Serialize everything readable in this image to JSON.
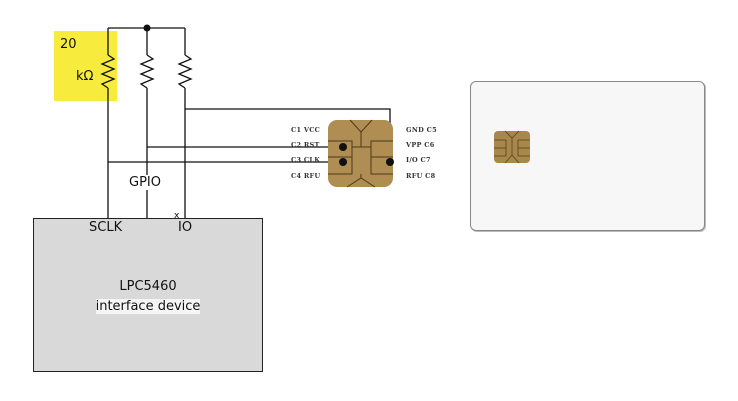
{
  "resistor_label": {
    "value": "20",
    "unit": "kΩ"
  },
  "bus_label": "GPIO",
  "device": {
    "title": "LPC5460",
    "subtitle": "interface device",
    "pin_sclk": "SCLK",
    "pin_io": "IO",
    "pin_io_marker": "x"
  },
  "chip_contacts": {
    "left": [
      "C1 VCC",
      "C2 RST",
      "C3 CLK",
      "C4 RFU"
    ],
    "right": [
      "GND C5",
      "VPP C6",
      "I/O C7",
      "RFU C8"
    ]
  },
  "colors": {
    "highlight": "#f7ec3d",
    "chip_gold": "#b08d52",
    "device_fill": "#d9d9d9",
    "card_fill": "#f7f7f7"
  }
}
